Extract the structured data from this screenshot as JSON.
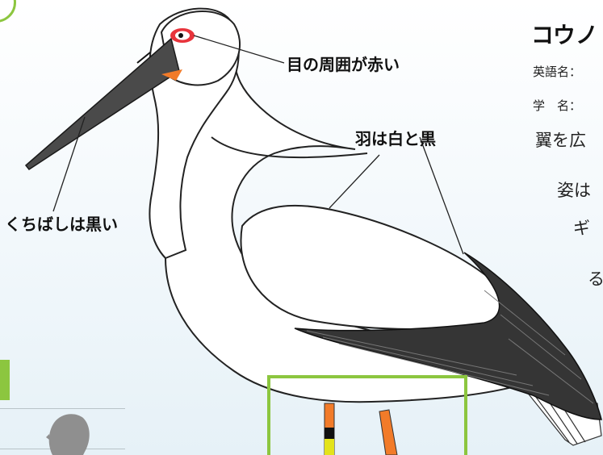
{
  "labels": {
    "eye_ring": "目の周囲が赤い",
    "feathers": "羽は白と黒",
    "beak": "くちばしは黒い"
  },
  "info": {
    "title": "コウノ",
    "english_name": "英語名：",
    "scientific_name": "学　名：",
    "desc_lines": [
      "翼を広",
      "姿は",
      "ギ",
      "る"
    ]
  },
  "colors": {
    "accent_green": "#8cc63f",
    "beak": "#4a4a4a",
    "wing_black": "#353535",
    "eye_red": "#e8343c",
    "leg_orange": "#f27b29",
    "band_yellow": "#e3e31b"
  }
}
